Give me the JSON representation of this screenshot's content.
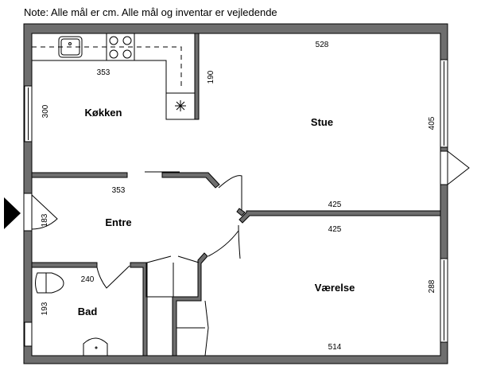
{
  "note": "Note: Alle mål er cm. Alle mål og inventar er vejledende",
  "rooms": {
    "kitchen": "Køkken",
    "living": "Stue",
    "entrance": "Entre",
    "bathroom": "Bad",
    "bedroom": "Værelse"
  },
  "dimensions": {
    "kitchen_width": "353",
    "kitchen_height": "300",
    "kitchen_partition": "190",
    "living_top": "528",
    "living_height": "405",
    "living_bottom": "425",
    "entrance_width": "353",
    "entrance_height": "183",
    "bedroom_top": "425",
    "bedroom_height": "288",
    "bedroom_bottom": "514",
    "bath_width": "240",
    "bath_height": "193"
  }
}
